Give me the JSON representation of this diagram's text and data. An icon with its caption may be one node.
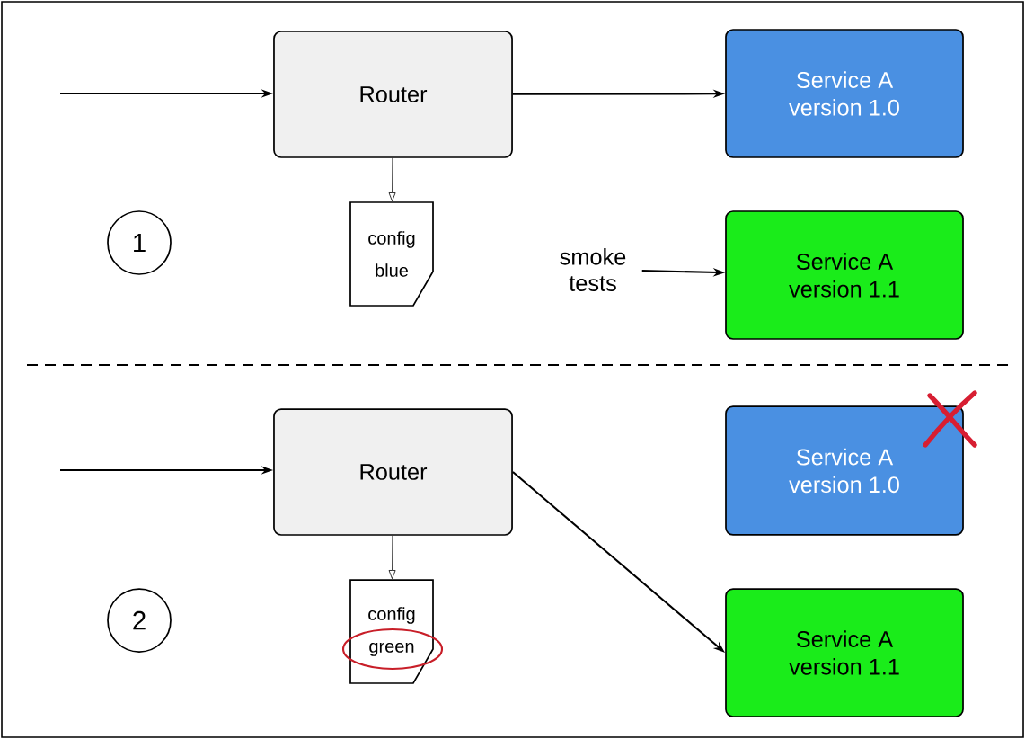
{
  "diagram": {
    "nodes": [
      {
        "text": [
          "Router"
        ]
      },
      {
        "text": [
          "Service A",
          "version 1.0"
        ]
      },
      {
        "text": [
          "config",
          "blue"
        ]
      },
      {
        "text": [
          "1"
        ]
      },
      {
        "text": [
          "smoke tests"
        ]
      },
      {
        "text": [
          "Service A",
          "version 1.1"
        ]
      },
      {
        "text": [
          "Router"
        ]
      },
      {
        "text": [
          "Service A",
          "version 1.0"
        ]
      },
      {
        "text": [
          "config",
          "green"
        ]
      },
      {
        "text": [
          "2"
        ]
      },
      {
        "text": [
          "Service A",
          "version 1.1"
        ]
      }
    ],
    "edges": [
      {
        "from": null,
        "to": 0,
        "arrow": "to"
      },
      {
        "from": 0,
        "to": 1,
        "arrow": "to"
      },
      {
        "from": 0,
        "to": 2,
        "arrow": "to"
      },
      {
        "from": 4,
        "to": 5,
        "arrow": "to"
      },
      {
        "from": null,
        "to": 6,
        "arrow": "to"
      },
      {
        "from": 6,
        "to": 10,
        "arrow": "to"
      },
      {
        "from": 6,
        "to": 8,
        "arrow": "to"
      }
    ]
  }
}
